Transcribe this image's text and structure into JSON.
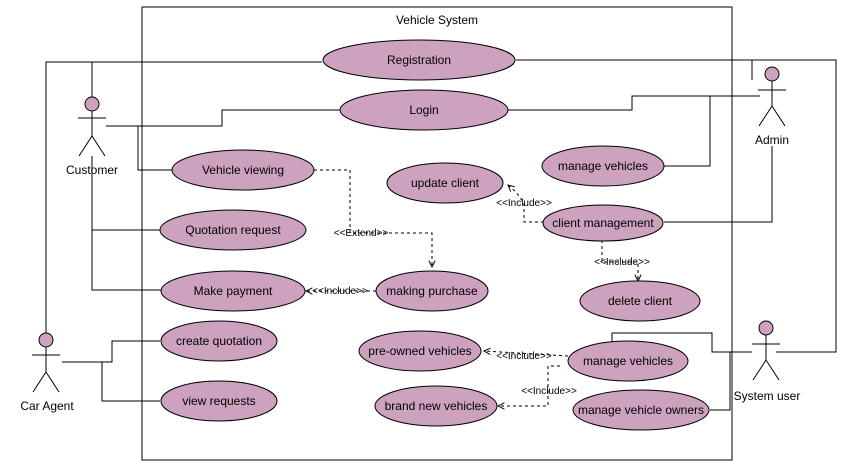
{
  "system_title": "Vehicle System",
  "actors": {
    "customer": "Customer",
    "admin": "Admin",
    "car_agent": "Car Agent",
    "system_user": "System user"
  },
  "use_cases": {
    "registration": "Registration",
    "login": "Login",
    "vehicle_viewing": "Vehicle viewing",
    "quotation_request": "Quotation request",
    "make_payment": "Make payment",
    "create_quotation": "create quotation",
    "view_requests": "view requests",
    "making_purchase": "making purchase",
    "manage_vehicles_admin": "manage vehicles",
    "update_client": "update client",
    "client_management": "client management",
    "delete_client": "delete client",
    "pre_owned_vehicles": "pre-owned vehicles",
    "brand_new_vehicles": "brand new vehicles",
    "manage_vehicles_user": "manage vehicles",
    "manage_vehicle_owners": "manage vehicle owners"
  },
  "relations": {
    "extend": "<<Extend>>",
    "include_payment": "<<Include>>",
    "include_update": "<<Include>>",
    "include_delete": "<<Include>>",
    "include_preowned": "<<Include>>",
    "include_brandnew": "<<Include>>"
  },
  "colors": {
    "usecase_fill": "#cda2be",
    "line": "#000000",
    "background": "#ffffff"
  }
}
